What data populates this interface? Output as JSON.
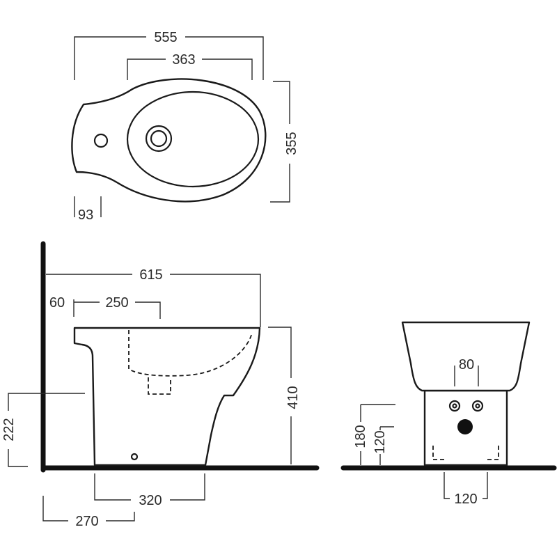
{
  "plan_view": {
    "dim_overall_length": "555",
    "dim_bowl_length": "363",
    "dim_width": "355",
    "dim_tap_offset": "93"
  },
  "side_view": {
    "dim_length": "615",
    "dim_wall_offset": "60",
    "dim_waste_offset": "250",
    "dim_height": "410",
    "dim_supply_height": "222",
    "dim_base_length": "320",
    "dim_fixing_offset": "270"
  },
  "front_view": {
    "dim_waste_spacing": "80",
    "dim_supply_height": "180",
    "dim_fixing_height": "120",
    "dim_fixing_spacing": "120"
  }
}
